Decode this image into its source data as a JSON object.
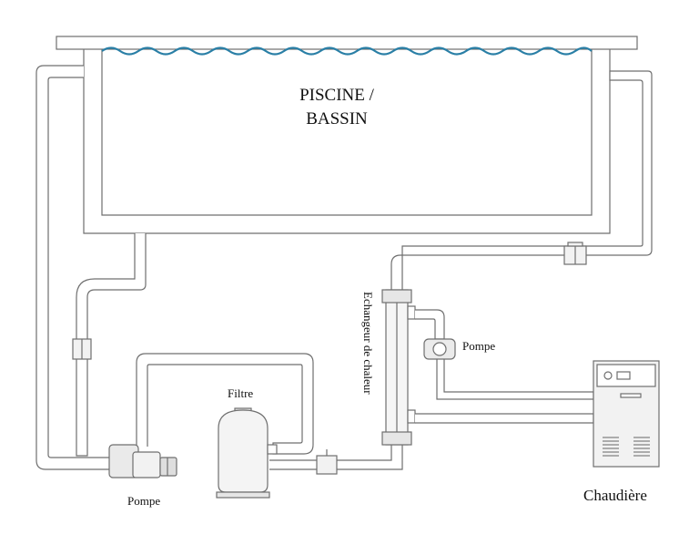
{
  "labels": {
    "pool_line1": "PISCINE /",
    "pool_line2": "BASSIN",
    "heat_exchanger": "Echangeur de chaleur",
    "pump_right": "Pompe",
    "filter": "Filtre",
    "pump_left": "Pompe",
    "boiler": "Chaudière"
  },
  "colors": {
    "water": "#2a7fa6",
    "line": "#6f6f6f",
    "pipe_fill": "#ffffff",
    "equipment_fill": "#ececec"
  }
}
